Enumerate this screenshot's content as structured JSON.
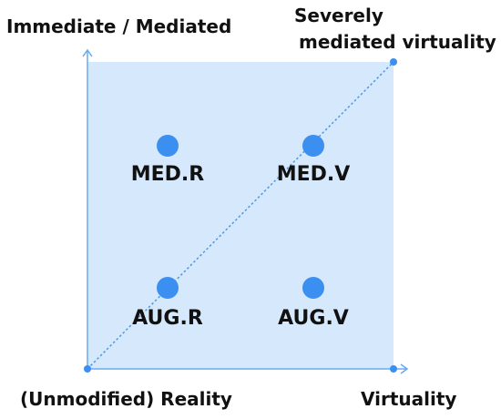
{
  "axes": {
    "vertical_label": "Immediate / Mediated",
    "horizontal_label": "Virtuality",
    "origin_label": "(Unmodified) Reality",
    "far_corner_label": [
      "Severely",
      "mediated virtuality"
    ]
  },
  "quadrants": {
    "top_left": "MED.R",
    "top_right": "MED.V",
    "bottom_left": "AUG.R",
    "bottom_right": "AUG.V"
  },
  "colors": {
    "region_fill": "#d6e8fb",
    "axis_line": "#6aa9ec",
    "dot": "#3b8ff0",
    "text": "#111111"
  }
}
